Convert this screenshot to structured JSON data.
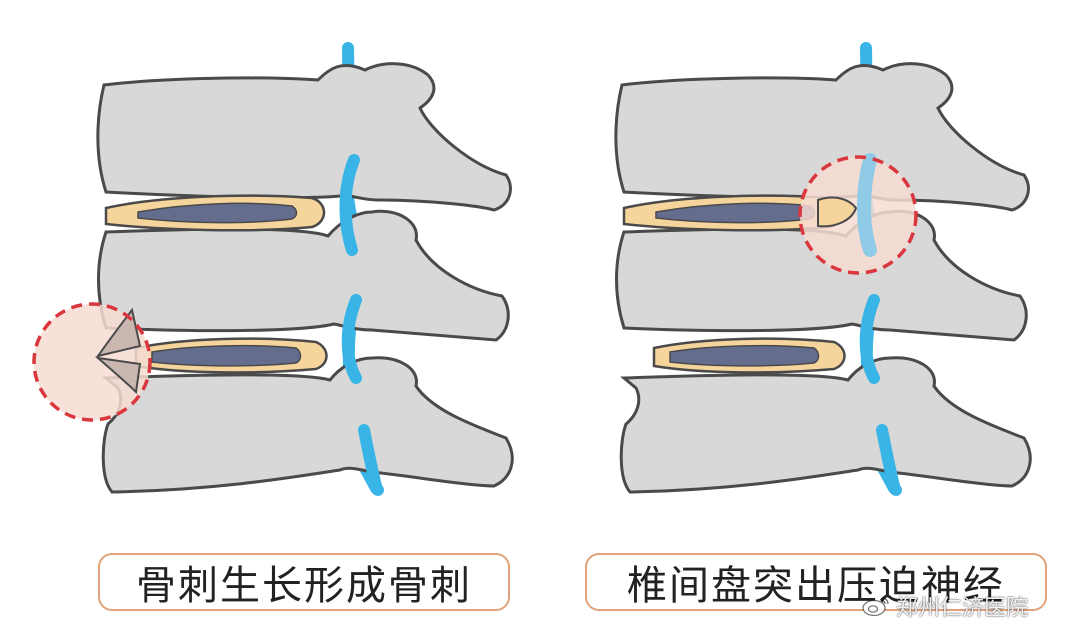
{
  "captions": {
    "left": "骨刺生长形成骨刺",
    "right": "椎间盘突出压迫神经"
  },
  "watermark": {
    "text": "郑州仁济医院",
    "icon": "weibo-icon"
  },
  "colors": {
    "bone_fill": "#d8d8d8",
    "bone_outline": "#4a4a4a",
    "disc_annulus": "#f6d59c",
    "disc_nucleus": "#656d8f",
    "nerve": "#39b4e6",
    "highlight_ring": "#d9363e",
    "highlight_fill": "#f7dcd2",
    "caption_border": "#e0a37a"
  }
}
